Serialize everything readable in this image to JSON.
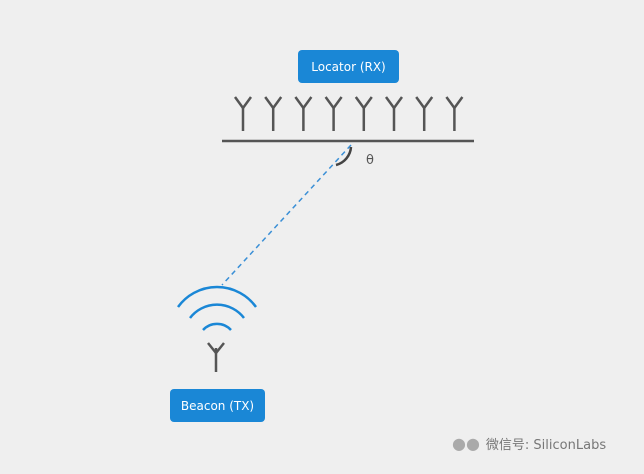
{
  "locator": {
    "label": "Locator (RX)"
  },
  "beacon": {
    "label": "Beacon (TX)"
  },
  "angle_symbol": "θ",
  "antenna_count": 8,
  "watermark": "微信号: SiliconLabs",
  "colors": {
    "accent": "#1a87d6",
    "line": "#555555",
    "background": "#efefef"
  }
}
